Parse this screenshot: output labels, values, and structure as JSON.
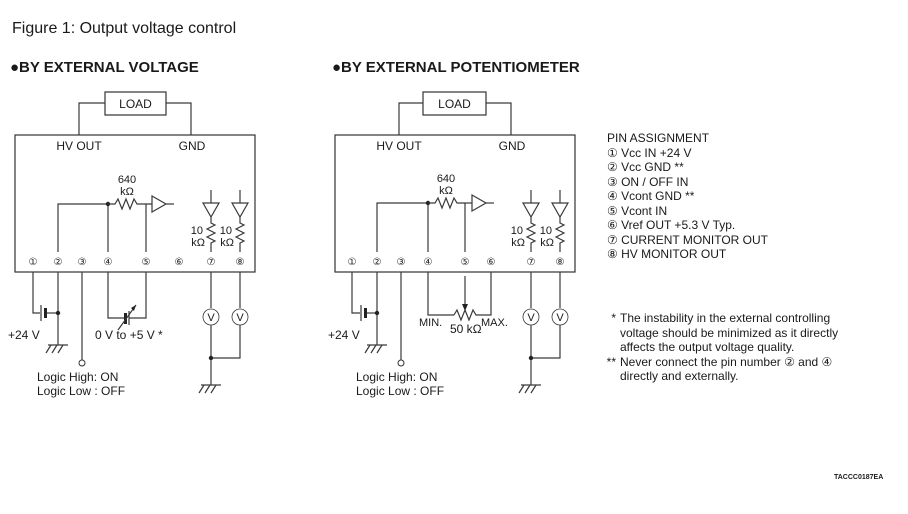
{
  "figure_title": "Figure 1: Output voltage control",
  "sections": [
    {
      "title": "●BY EXTERNAL VOLTAGE",
      "load_label": "LOAD",
      "hv_out_label": "HV OUT",
      "gnd_label": "GND",
      "resistor_label_line1": "640",
      "resistor_label_line2": "kΩ",
      "monitor_resistor_line1": "10",
      "monitor_resistor_line2": "kΩ",
      "pins": [
        "①",
        "②",
        "③",
        "④",
        "⑤",
        "⑥",
        "⑦",
        "⑧"
      ],
      "supply_label": "+24 V",
      "control_label": "0 V to +5 V *",
      "logic_high": "Logic High: ON",
      "logic_low": "Logic Low : OFF",
      "meter_symbol": "V"
    },
    {
      "title": "●BY EXTERNAL POTENTIOMETER",
      "load_label": "LOAD",
      "hv_out_label": "HV OUT",
      "gnd_label": "GND",
      "resistor_label_line1": "640",
      "resistor_label_line2": "kΩ",
      "monitor_resistor_line1": "10",
      "monitor_resistor_line2": "kΩ",
      "pins": [
        "①",
        "②",
        "③",
        "④",
        "⑤",
        "⑥",
        "⑦",
        "⑧"
      ],
      "supply_label": "+24 V",
      "pot_min": "MIN.",
      "pot_max": "MAX.",
      "pot_value": "50 kΩ",
      "logic_high": "Logic High: ON",
      "logic_low": "Logic Low : OFF",
      "meter_symbol": "V"
    }
  ],
  "pin_assignment": {
    "title": "PIN ASSIGNMENT",
    "items": [
      "① Vcc IN +24 V",
      "② Vcc GND **",
      "③ ON / OFF IN",
      "④ Vcont GND **",
      "⑤ Vcont IN",
      "⑥ Vref OUT +5.3 V Typ.",
      "⑦ CURRENT MONITOR OUT",
      "⑧ HV MONITOR OUT"
    ]
  },
  "notes": [
    {
      "marker": "*",
      "lines": [
        "The instability in the external controlling",
        "voltage should be minimized as it directly",
        "affects the output voltage quality."
      ]
    },
    {
      "marker": "**",
      "lines": [
        "Never connect the pin number ② and ④",
        "directly and externally."
      ]
    }
  ],
  "document_code": "TACCC0187EA"
}
